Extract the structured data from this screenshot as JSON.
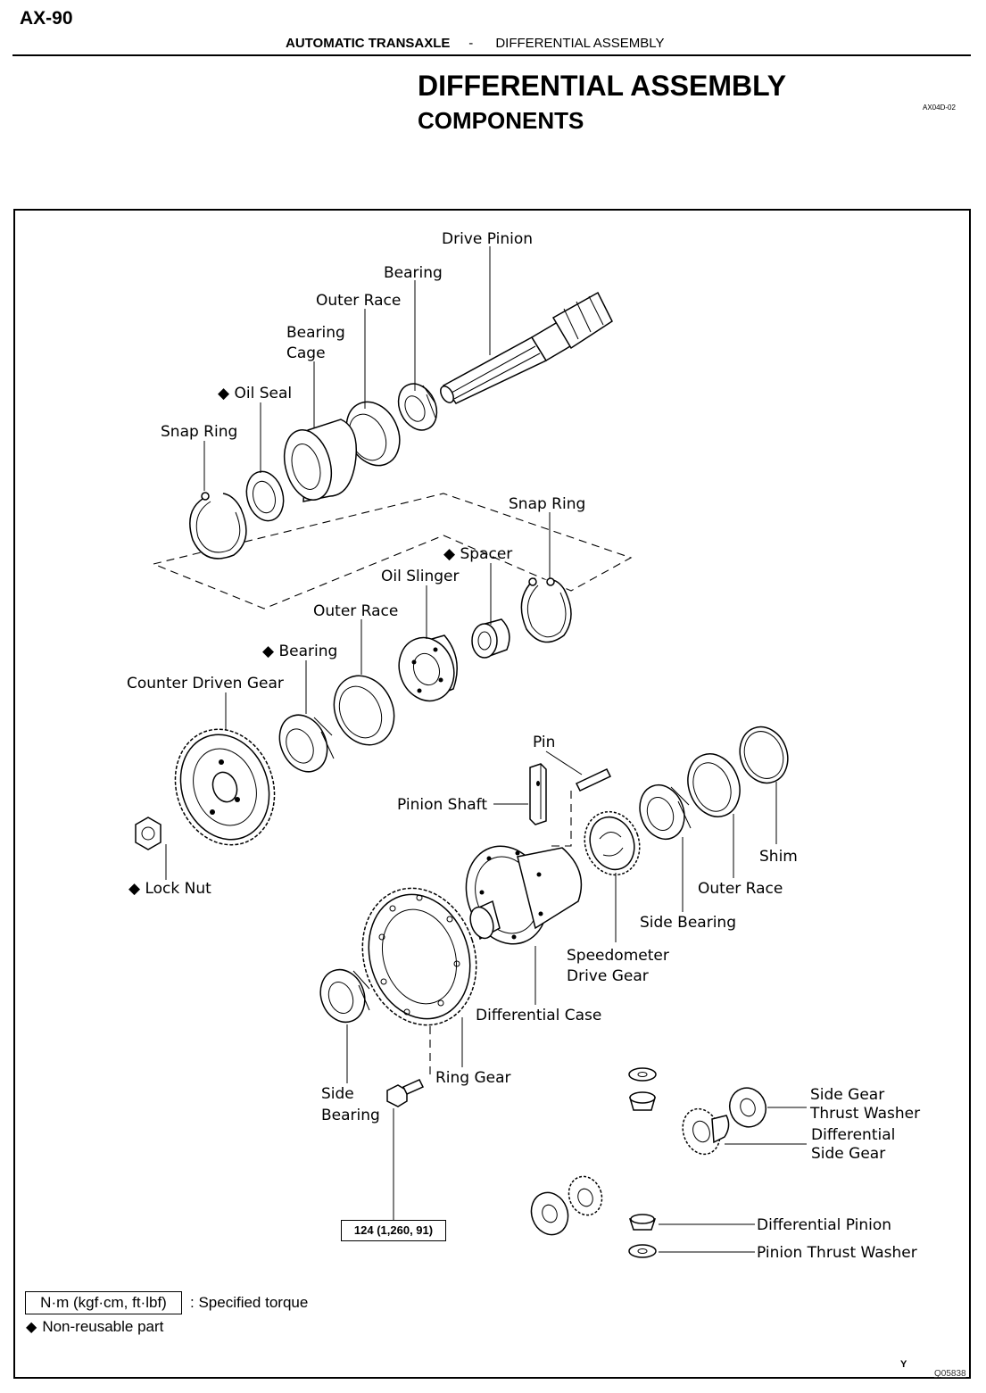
{
  "header": {
    "page_number": "AX-90",
    "section": "AUTOMATIC TRANSAXLE",
    "separator": "-",
    "subsection": "DIFFERENTIAL ASSEMBLY",
    "title": "DIFFERENTIAL ASSEMBLY",
    "subtitle": "COMPONENTS",
    "code": "AX04D-02"
  },
  "labels": {
    "drive_pinion": "Drive Pinion",
    "bearing_top": "Bearing",
    "outer_race_top": "Outer Race",
    "bearing_cage_1": "Bearing",
    "bearing_cage_2": "Cage",
    "oil_seal": "Oil Seal",
    "snap_ring_left": "Snap Ring",
    "snap_ring_right": "Snap Ring",
    "spacer": "Spacer",
    "oil_slinger": "Oil Slinger",
    "outer_race_mid": "Outer Race",
    "bearing_mid": "Bearing",
    "counter_driven_gear": "Counter Driven Gear",
    "pin": "Pin",
    "pinion_shaft": "Pinion Shaft",
    "lock_nut": "Lock Nut",
    "shim": "Shim",
    "outer_race_right": "Outer Race",
    "side_bearing_right": "Side Bearing",
    "speedometer_1": "Speedometer",
    "speedometer_2": "Drive Gear",
    "differential_case": "Differential  Case",
    "ring_gear": "Ring Gear",
    "side_bearing_left_1": "Side",
    "side_bearing_left_2": "Bearing",
    "side_gear_thrust_1": "Side Gear",
    "side_gear_thrust_2": "Thrust Washer",
    "diff_side_gear_1": "Differential",
    "diff_side_gear_2": "Side Gear",
    "diff_pinion": "Differential Pinion",
    "pinion_thrust_washer": "Pinion Thrust Washer"
  },
  "torque": "124 (1,260, 91)",
  "legend": {
    "torque_unit": "N·m (kgf·cm, ft·lbf)",
    "torque_text": ": Specified torque",
    "non_reusable_symbol": "◆",
    "non_reusable_text": "Non-reusable part"
  },
  "footer": {
    "mark": "Y",
    "figure_number": "Q05838"
  }
}
